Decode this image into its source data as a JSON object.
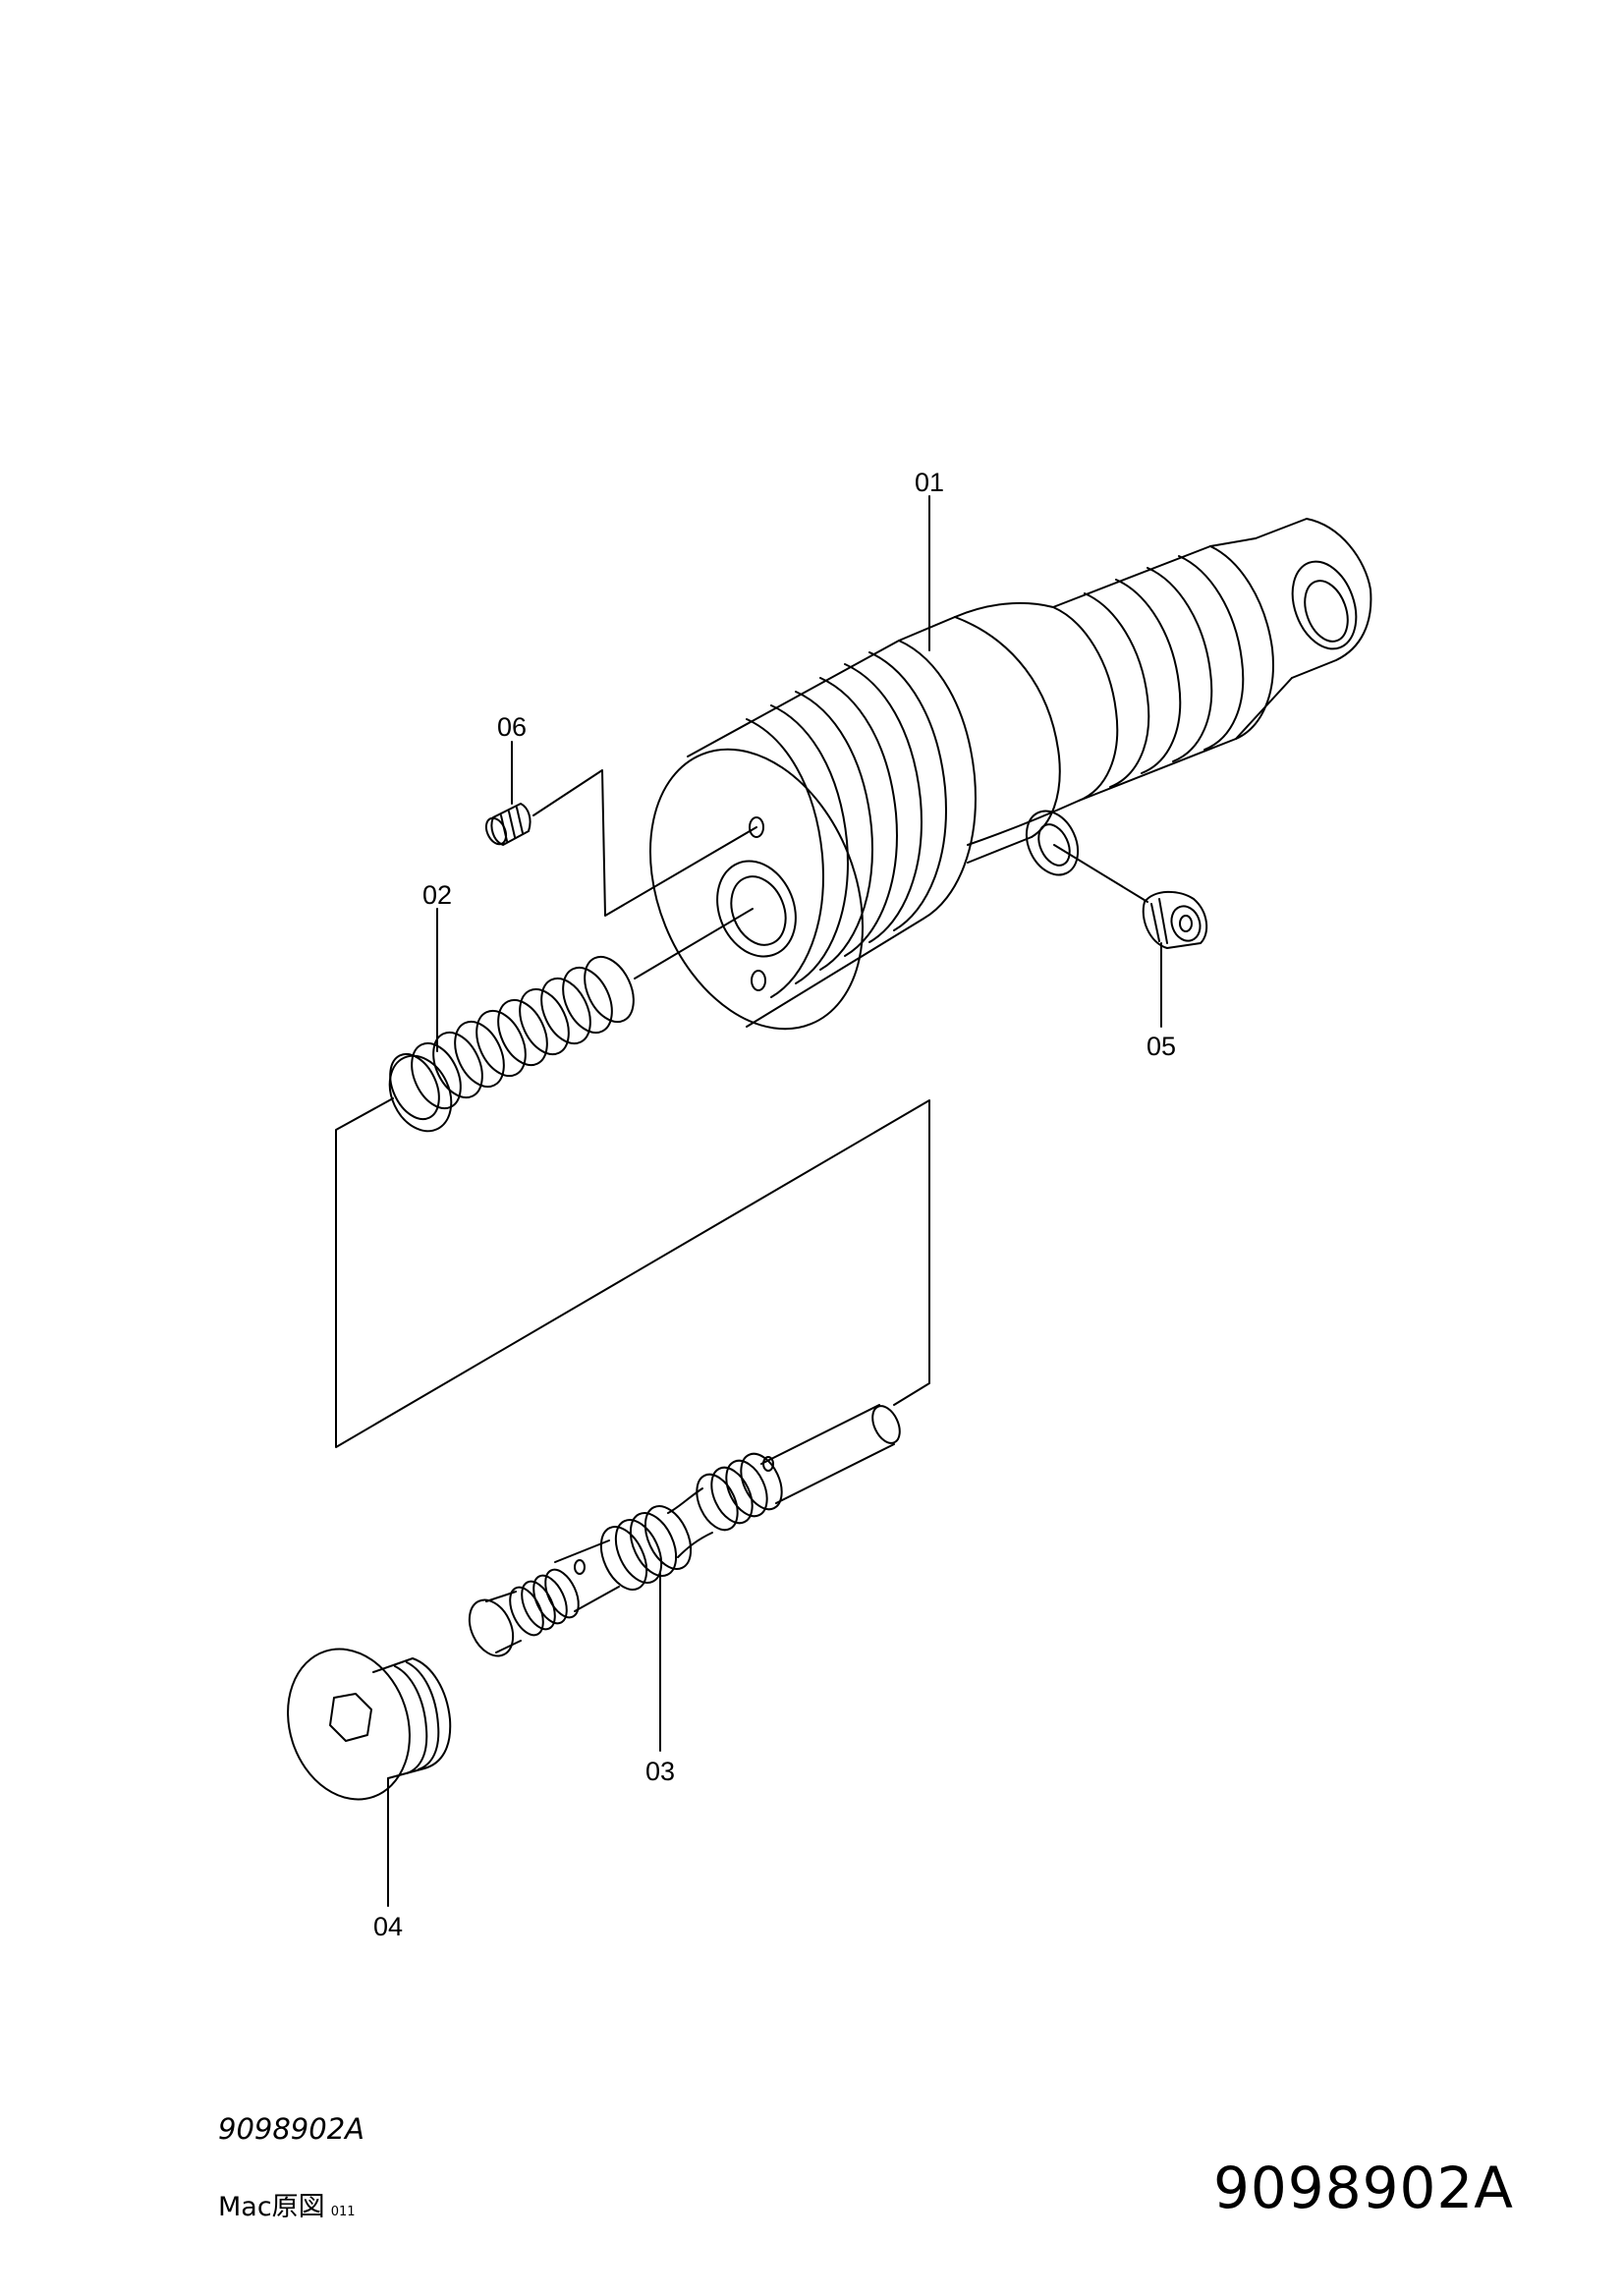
{
  "callouts": {
    "p01": "01",
    "p02": "02",
    "p03": "03",
    "p04": "04",
    "p05": "05",
    "p06": "06"
  },
  "footer": {
    "code_small": "9098902A",
    "origin_text": "Mac原図",
    "origin_num": "011",
    "code_large": "9098902A"
  }
}
